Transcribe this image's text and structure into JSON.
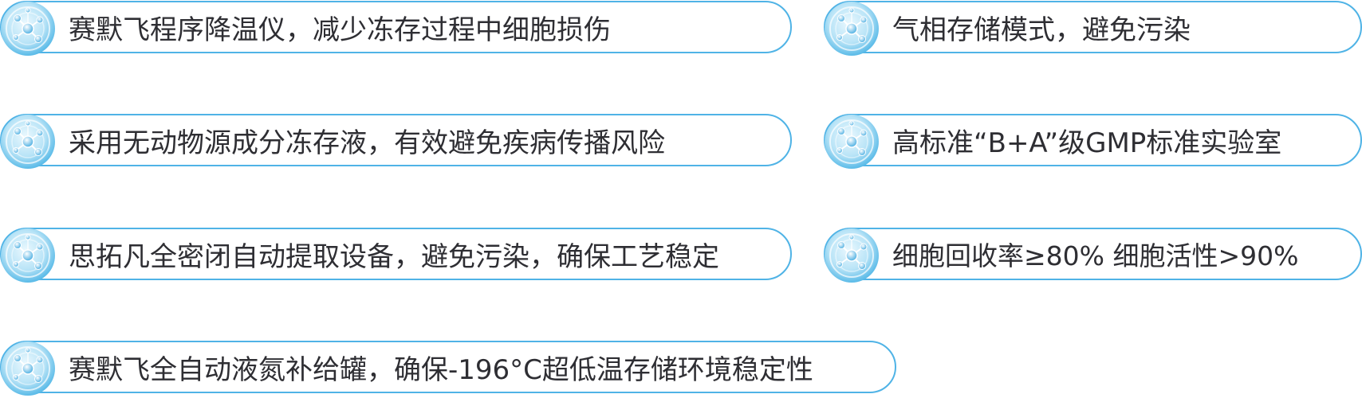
{
  "features": [
    {
      "text": "赛默飞程序降温仪，减少冻存过程中细胞损伤",
      "icon": "cell-network-icon"
    },
    {
      "text": "气相存储模式，避免污染",
      "icon": "cell-network-icon"
    },
    {
      "text": "采用无动物源成分冻存液，有效避免疾病传播风险",
      "icon": "cell-network-icon"
    },
    {
      "text": "高标准“B+A”级GMP标准实验室",
      "icon": "cell-network-icon"
    },
    {
      "text": "思拓凡全密闭自动提取设备，避免污染，确保工艺稳定",
      "icon": "cell-network-icon"
    },
    {
      "text": "细胞回收率≥80% 细胞活性>90%",
      "icon": "cell-network-icon"
    },
    {
      "text": "赛默飞全自动液氮补给罐，确保-196°C超低温存储环境稳定性",
      "icon": "cell-network-icon"
    }
  ],
  "colors": {
    "border": "#4fb3e6",
    "icon_light": "#d9f1fc",
    "icon_mid": "#7fcdf0",
    "icon_dark": "#2a9ad6",
    "text": "#2e2e33"
  }
}
